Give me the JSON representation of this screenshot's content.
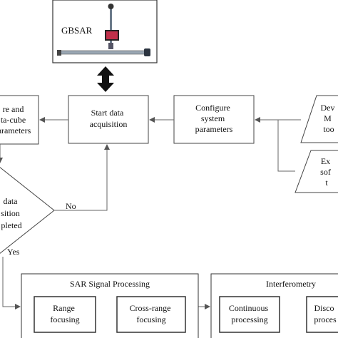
{
  "gbsar_label": "GBSAR",
  "boxes": {
    "start": [
      "Start data",
      "acquisition"
    ],
    "configure": [
      "Configure",
      "system",
      "parameters"
    ],
    "store": [
      "re and",
      "ta-cube",
      "arameters"
    ],
    "develop": [
      "Dev",
      "M",
      "too"
    ],
    "external": [
      "Ex",
      "sof",
      "t"
    ]
  },
  "decision": [
    "data",
    "sition",
    "pleted"
  ],
  "edge_labels": {
    "no": "No",
    "yes": "Yes"
  },
  "sar": {
    "title": "SAR Signal Processing",
    "range": [
      "Range",
      "focusing"
    ],
    "crossrange": [
      "Cross-range",
      "focusing"
    ]
  },
  "interferometry": {
    "title": "Interferometry",
    "continuous": [
      "Continuous",
      "processing"
    ],
    "discontinuous": [
      "Disco",
      "proces"
    ]
  },
  "colors": {
    "stroke": "#333333",
    "line": "#666666",
    "screen": "#c0304a"
  }
}
